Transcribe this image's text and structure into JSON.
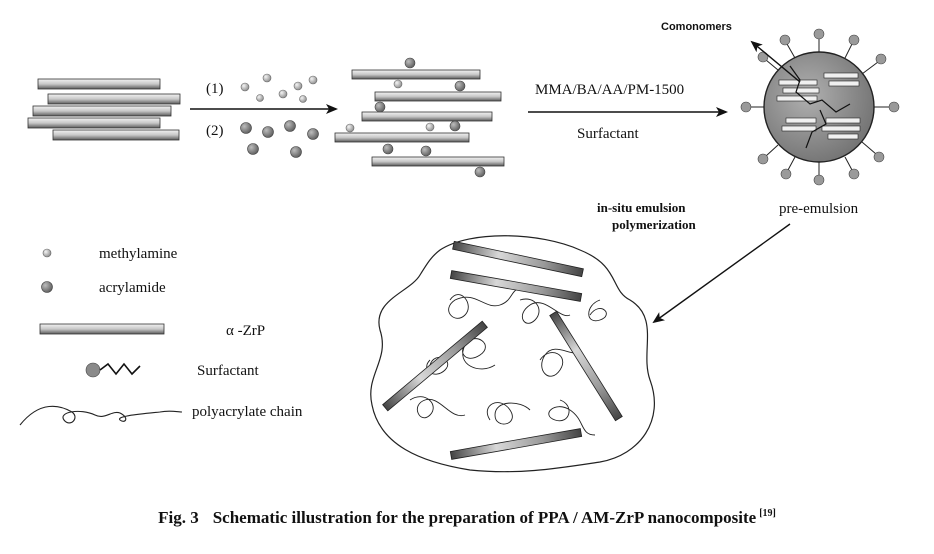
{
  "diagram": {
    "steps": {
      "step1": "(1)",
      "step2": "(2)",
      "reagents": "MMA/BA/AA/PM-1500",
      "surfactant": "Surfactant",
      "comonomers": "Comonomers",
      "pre_emulsion": "pre-emulsion",
      "polymerization_line1": "in-situ emulsion",
      "polymerization_line2": "polymerization"
    },
    "legend": {
      "methylamine": "methylamine",
      "acrylamide": "acrylamide",
      "zrp": "α -ZrP",
      "surfactant": "Surfactant",
      "chain": "polyacrylate chain"
    },
    "colors": {
      "line": "#111111",
      "plate_light": "#e6e6e6",
      "plate_dark": "#6a6a6a",
      "bead": "#a8a8a8",
      "core": "#8c8c8c"
    }
  },
  "caption": {
    "number": "Fig. 3",
    "text": "Schematic illustration for the preparation of PPA / AM-ZrP nanocomposite",
    "ref": "[19]"
  }
}
